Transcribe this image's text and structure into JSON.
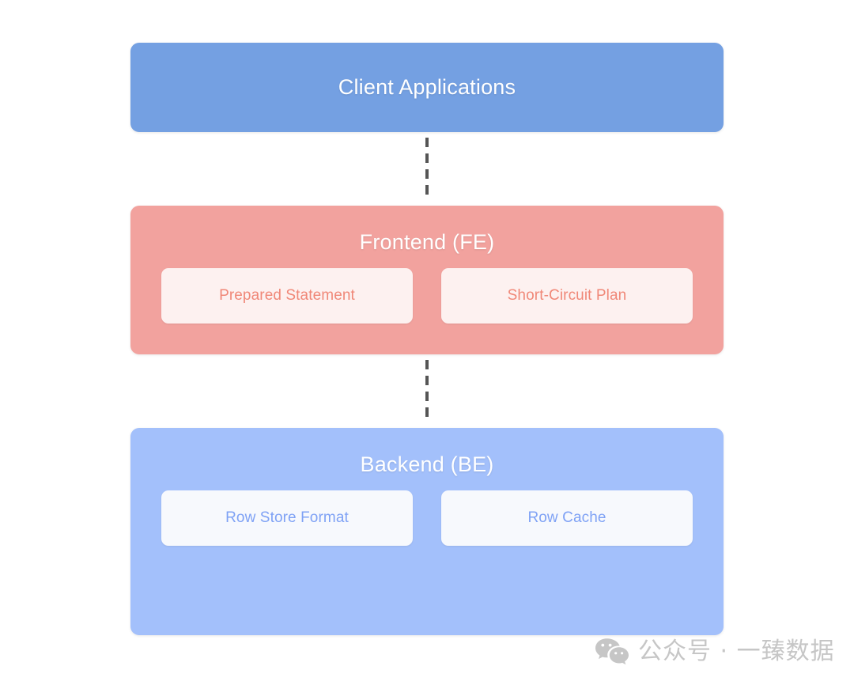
{
  "diagram": {
    "type": "layered-architecture-diagram",
    "background_color": "#FFFFFF",
    "layers": [
      {
        "id": "client",
        "title": "Client Applications",
        "fill_color": "#74A0E2",
        "title_color": "#FFFFFF",
        "cards": []
      },
      {
        "id": "frontend",
        "title": "Frontend (FE)",
        "fill_color": "#F2A29E",
        "title_color": "#FFFFFF",
        "card_fill_color": "#FDF1F0",
        "card_text_color": "#F08878",
        "cards": [
          {
            "label": "Prepared Statement"
          },
          {
            "label": "Short-Circuit Plan"
          }
        ]
      },
      {
        "id": "backend",
        "title": "Backend (BE)",
        "fill_color": "#A3C0FB",
        "title_color": "#FFFFFF",
        "card_fill_color": "#F7F9FD",
        "card_text_color": "#7FA2F5",
        "cards": [
          {
            "label": "Row Store Format"
          },
          {
            "label": "Row Cache"
          }
        ]
      }
    ],
    "connectors": [
      {
        "id": "client-to-frontend",
        "style": "dashed",
        "color": "#555555"
      },
      {
        "id": "frontend-to-backend",
        "style": "dashed",
        "color": "#555555"
      }
    ]
  },
  "watermark": {
    "icon": "wechat-icon",
    "text": "公众号 · 一臻数据",
    "color": "#C6C6C6"
  }
}
